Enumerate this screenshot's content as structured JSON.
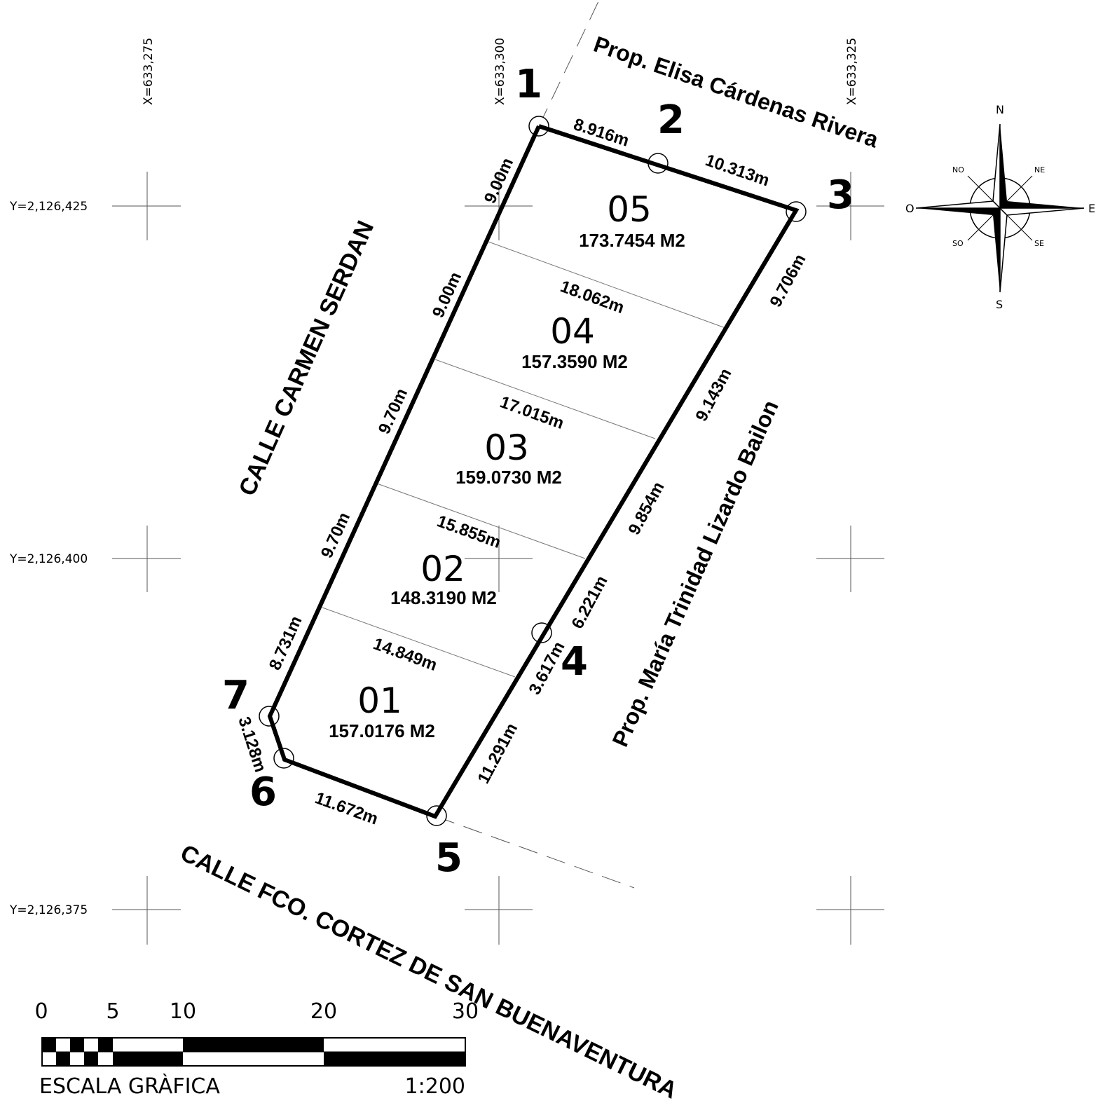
{
  "grid": {
    "x_labels": [
      "X=633,275",
      "X=633,300",
      "X=633,325"
    ],
    "y_labels": [
      "Y=2,126,425",
      "Y=2,126,400",
      "Y=2,126,375"
    ]
  },
  "vertices": [
    "1",
    "2",
    "3",
    "4",
    "5",
    "6",
    "7"
  ],
  "boundary_measurements": {
    "v1_v2": "8.916m",
    "v2_v3": "10.313m",
    "v3_east_a": "9.706m",
    "v3_east_b": "9.143m",
    "v3_east_c": "9.854m",
    "v3_east_d": "6.221m",
    "v4_v5_a": "3.617m",
    "v4_v5_b": "11.291m",
    "v5_v6": "11.672m",
    "v6_v7": "3.128m",
    "west_a": "9.00m",
    "west_b": "9.00m",
    "west_c": "9.70m",
    "west_d": "9.70m",
    "west_e": "8.731m"
  },
  "division_measurements": [
    "18.062m",
    "17.015m",
    "15.855m",
    "14.849m"
  ],
  "lots": [
    {
      "id": "05",
      "area": "173.7454 M2"
    },
    {
      "id": "04",
      "area": "157.3590 M2"
    },
    {
      "id": "03",
      "area": "159.0730 M2"
    },
    {
      "id": "02",
      "area": "148.3190 M2"
    },
    {
      "id": "01",
      "area": "157.0176 M2"
    }
  ],
  "streets": {
    "west": "CALLE CARMEN SERDAN",
    "south": "CALLE FCO. CORTEZ DE SAN BUENAVENTURA"
  },
  "neighbors": {
    "north": "Prop. Elisa Cárdenas Rivera",
    "east": "Prop. María Trinidad Lizardo Bailon"
  },
  "compass": {
    "n": "N",
    "s": "S",
    "e": "E",
    "w": "O",
    "ne": "NE",
    "nw": "NO",
    "se": "SE",
    "sw": "SO"
  },
  "scale_bar": {
    "ticks": [
      "0",
      "5",
      "10",
      "20",
      "30"
    ],
    "caption": "ESCALA GRÀFICA",
    "ratio": "1:200"
  }
}
